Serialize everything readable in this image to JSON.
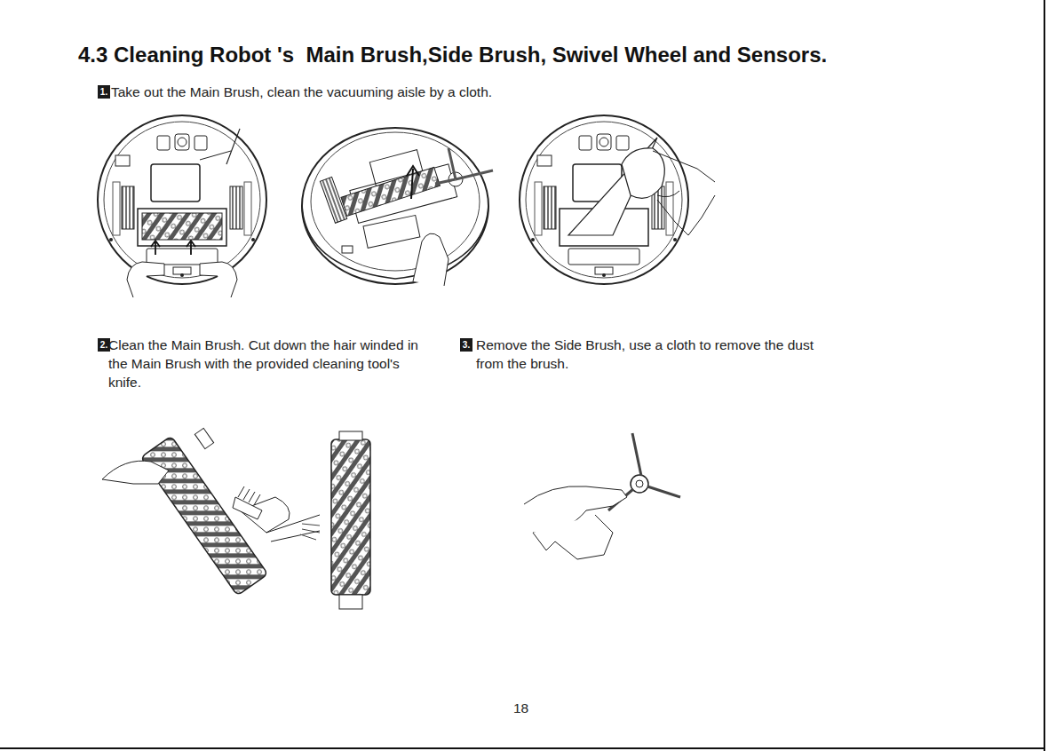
{
  "diagram": {
    "title": "4.3 Cleaning Robot 's  Main Brush,Side Brush, Swivel Wheel and Sensors.",
    "nodes": [
      {
        "text": [
          "1."
        ]
      },
      {
        "text": [
          "2."
        ]
      },
      {
        "text": [
          "3."
        ]
      }
    ],
    "labels": [
      "Take out the Main Brush, clean the vacuuming aisle by a cloth.",
      "Clean the Main Brush. Cut down the hair winded in the Main Brush with the provided cleaning tool's knife.",
      "Remove the Side Brush, use a cloth to remove the dust from the brush.",
      "18"
    ]
  }
}
